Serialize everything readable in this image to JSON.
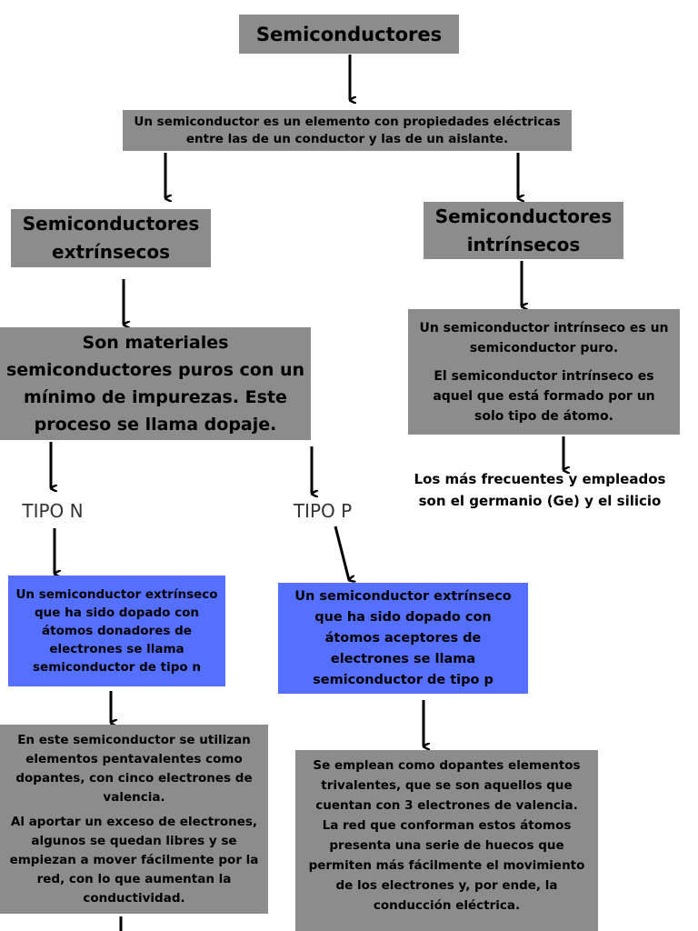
{
  "title": "Semiconductores",
  "definition": "Un semiconductor es un elemento con propiedades eléctricas entre las de un conductor y las de un aislante.",
  "extrinsic": {
    "heading": "Semiconductores extrínsecos",
    "description": "Son materiales semiconductores puros con un mínimo de impurezas. Este proceso se llama dopaje."
  },
  "intrinsic": {
    "heading": "Semiconductores intrínsecos",
    "description_1": "Un semiconductor intrínseco es un semiconductor puro.",
    "description_2": "El semiconductor intrínseco es aquel que está formado por un solo tipo de átomo.",
    "elements": "Los más frecuentes y empleados son el germanio (Ge) y el silicio"
  },
  "type_n": {
    "label": "TIPO N",
    "definition": "Un semiconductor extrínseco que ha sido dopado con átomos donadores de electrones se llama semiconductor de tipo n",
    "detail_1": "En este semiconductor se utilizan elementos pentavalentes como dopantes, con cinco electrones de valencia.",
    "detail_2": "Al aportar un exceso de electrones, algunos se quedan libres y se empiezan a mover fácilmente por la red, con lo que aumentan la conductividad."
  },
  "type_p": {
    "label": "TIPO P",
    "definition": "Un semiconductor extrínseco que ha sido dopado con átomos aceptores de electrones se llama semiconductor de tipo p",
    "detail_1": "Se emplean como dopantes elementos trivalentes, que se son aquellos que cuentan con 3 electrones de valencia.",
    "detail_2": "La red que conforman estos átomos presenta una serie de huecos que permiten más fácilmente el movimiento de los electrones y, por ende, la conducción eléctrica."
  },
  "colors": {
    "gray_box": "#8c8c8c",
    "blue_box": "#5570ff",
    "arrow": "#000000"
  }
}
